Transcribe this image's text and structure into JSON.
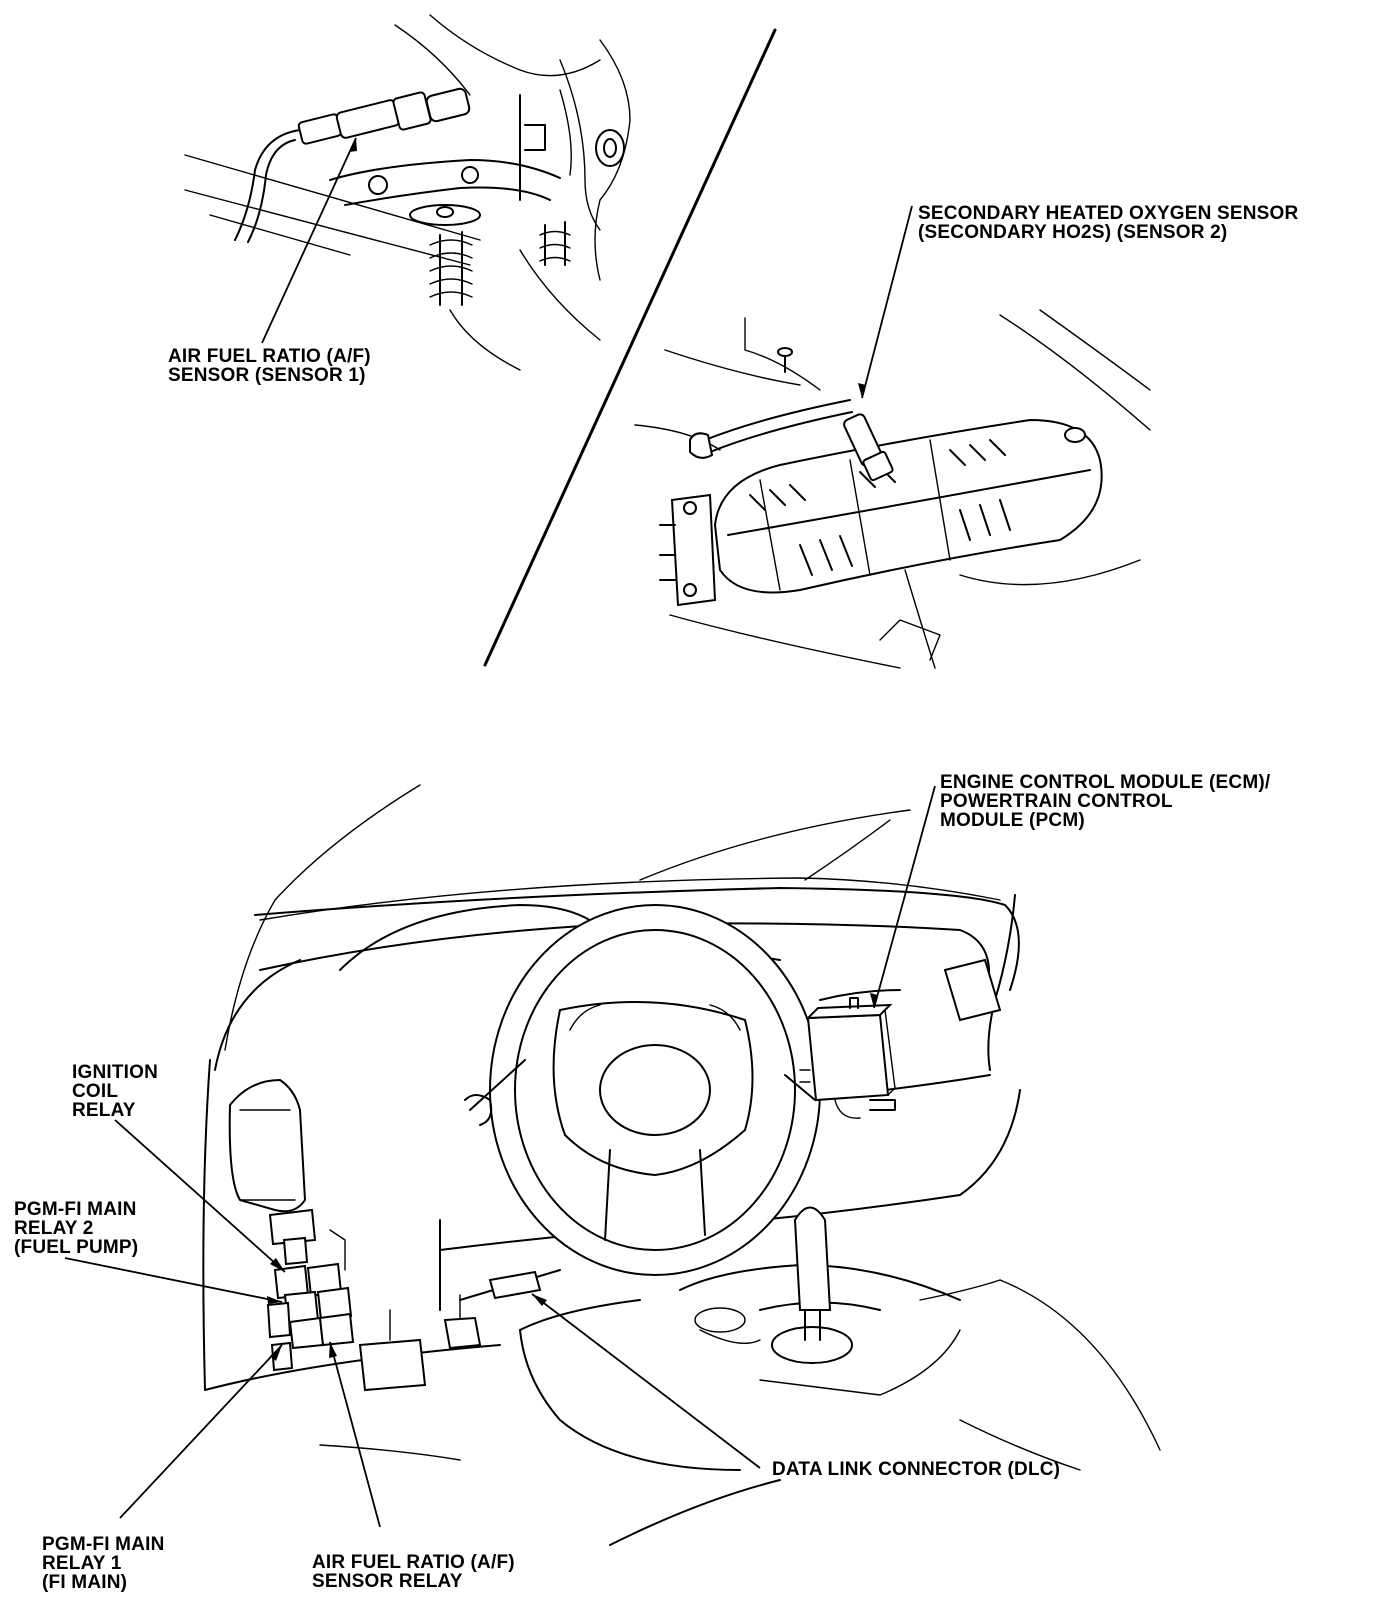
{
  "callouts": {
    "af_sensor": [
      "AIR FUEL RATIO (A/F)",
      "SENSOR (SENSOR 1)"
    ],
    "secondary_ho2s": [
      "SECONDARY HEATED OXYGEN SENSOR",
      "(SECONDARY HO2S) (SENSOR 2)"
    ],
    "ecm_pcm": [
      "ENGINE CONTROL MODULE (ECM)/",
      "POWERTRAIN CONTROL",
      "MODULE (PCM)"
    ],
    "ignition_coil_relay": [
      "IGNITION",
      "COIL",
      "RELAY"
    ],
    "pgm_fi_main_relay_2": [
      "PGM-FI MAIN",
      "RELAY 2",
      "(FUEL PUMP)"
    ],
    "data_link_connector": [
      "DATA LINK CONNECTOR (DLC)"
    ],
    "pgm_fi_main_relay_1": [
      "PGM-FI MAIN",
      "RELAY 1",
      "(FI MAIN)"
    ],
    "af_sensor_relay": [
      "AIR FUEL RATIO (A/F)",
      "SENSOR RELAY"
    ]
  }
}
